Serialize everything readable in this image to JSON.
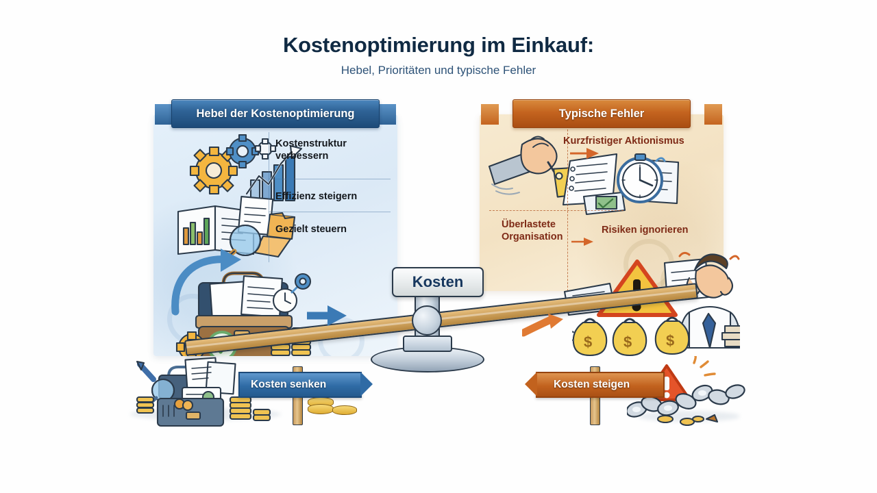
{
  "header": {
    "title": "Kostenoptimierung im Einkauf:",
    "subtitle": "Hebel, Prioritäten und typische Fehler",
    "title_color": "#102a43",
    "subtitle_color": "#2d5277"
  },
  "left_panel": {
    "banner": "Hebel der Kostenoptimierung",
    "banner_color": "#2f6396",
    "background_color": "#dbe9f6",
    "text_color": "#14181d",
    "items": [
      {
        "label": "Kostenstruktur verbessern"
      },
      {
        "label": "Effizienz steigern"
      },
      {
        "label": "Gezielt steuern"
      }
    ],
    "illustrations": [
      "gears-icon",
      "growth-chart-icon",
      "report-magnifier-icon",
      "folders-icon",
      "briefcase-documents-icon",
      "check-badge-icon",
      "coin-stack-icon",
      "blue-arrow-icon"
    ]
  },
  "right_panel": {
    "banner": "Typische Fehler",
    "banner_color": "#c4641f",
    "background_color": "#f3e2c3",
    "text_color": "#7e2a16",
    "items": [
      {
        "label": "Kurzfristiger Aktionismus"
      },
      {
        "label": "Überlastete Organisation"
      },
      {
        "label": "Risiken ignorieren"
      }
    ],
    "illustrations": [
      "hand-price-tag-icon",
      "document-stopwatch-icon",
      "paper-pile-icon",
      "warning-triangle-icon",
      "stressed-person-icon",
      "money-bag-icon",
      "orange-arrow-icon"
    ]
  },
  "center": {
    "plate_label": "Kosten",
    "plate_text_color": "#17375e",
    "element": "seesaw-balance"
  },
  "signposts": [
    {
      "label": "Kosten senken",
      "direction": "right",
      "color": "#2f6ba5"
    },
    {
      "label": "Kosten steigen",
      "direction": "left",
      "color": "#c2621e"
    }
  ],
  "footer_scenes": [
    {
      "name": "toolbox-documents-coins"
    },
    {
      "name": "broken-chain-warning-coins"
    }
  ]
}
